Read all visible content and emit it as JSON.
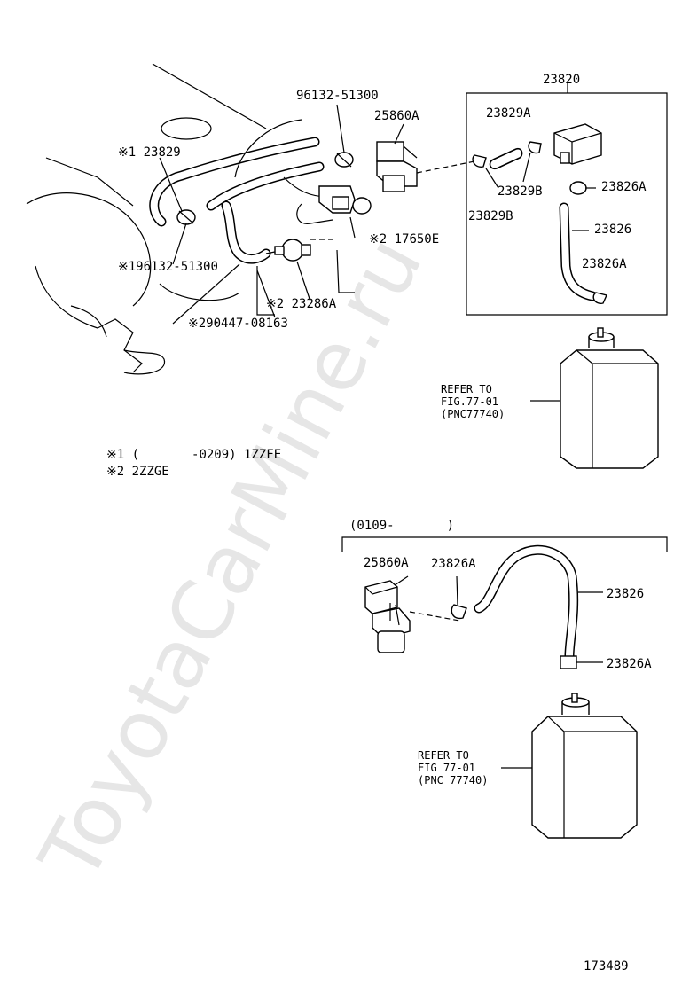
{
  "watermark": "ToyotaCarMine.ru",
  "labels": {
    "assembly_23820": "23820",
    "p96132_51300": "96132-51300",
    "p25860A_top": "25860A",
    "p23829_note1": "※1 23829",
    "p23829A": "23829A",
    "p23829B_right": "23829B",
    "p23826A_1": "23826A",
    "p23829B_left": "23829B",
    "p17650E": "※2 17650E",
    "p23826_top": "23826",
    "p196132_51300": "※196132-51300",
    "p23826A_2": "23826A",
    "p23286A": "※2 23286A",
    "p290447_08163": "※290447-08163",
    "p25860A_bottom": "25860A",
    "p23826A_3": "23826A",
    "p23826_bottom": "23826",
    "p23826A_4": "23826A"
  },
  "refer_top": [
    "REFER TO",
    "FIG.77-01",
    "(PNC77740)"
  ],
  "refer_bottom": [
    "REFER TO",
    "FIG 77-01",
    "(PNC 77740)"
  ],
  "notes": {
    "note1": "※1 (       -0209) 1ZZFE",
    "note2": "※2 2ZZGE"
  },
  "bottom_section_label": "(0109-       )",
  "diagram_number": "173489"
}
